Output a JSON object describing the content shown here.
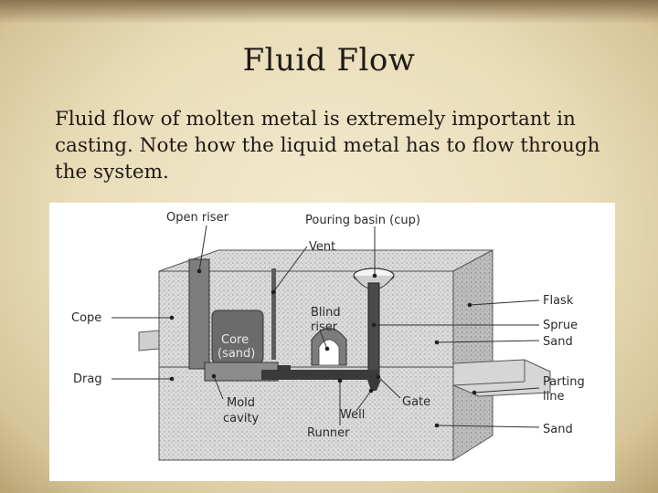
{
  "slide": {
    "title": "Fluid Flow",
    "body": "Fluid flow of molten metal is extremely important in casting.  Note how the liquid metal has to flow through the system."
  },
  "figure": {
    "labels": {
      "open_riser": "Open riser",
      "pouring_basin": "Pouring basin (cup)",
      "vent": "Vent",
      "blind_riser_1": "Blind",
      "blind_riser_2": "riser",
      "flask": "Flask",
      "cope": "Cope",
      "sprue": "Sprue",
      "sand_upper": "Sand",
      "core_1": "Core",
      "core_2": "(sand)",
      "drag": "Drag",
      "parting_line_1": "Parting",
      "parting_line_2": "line",
      "mold_cavity_1": "Mold",
      "mold_cavity_2": "cavity",
      "gate": "Gate",
      "well": "Well",
      "runner": "Runner",
      "sand_lower": "Sand"
    }
  },
  "colors": {
    "background": "#ece2c3",
    "title_text": "#1e1a14",
    "figure_background": "#ffffff",
    "sand_texture": "#d5d5d5",
    "metal_channel": "#3a3a3a"
  }
}
